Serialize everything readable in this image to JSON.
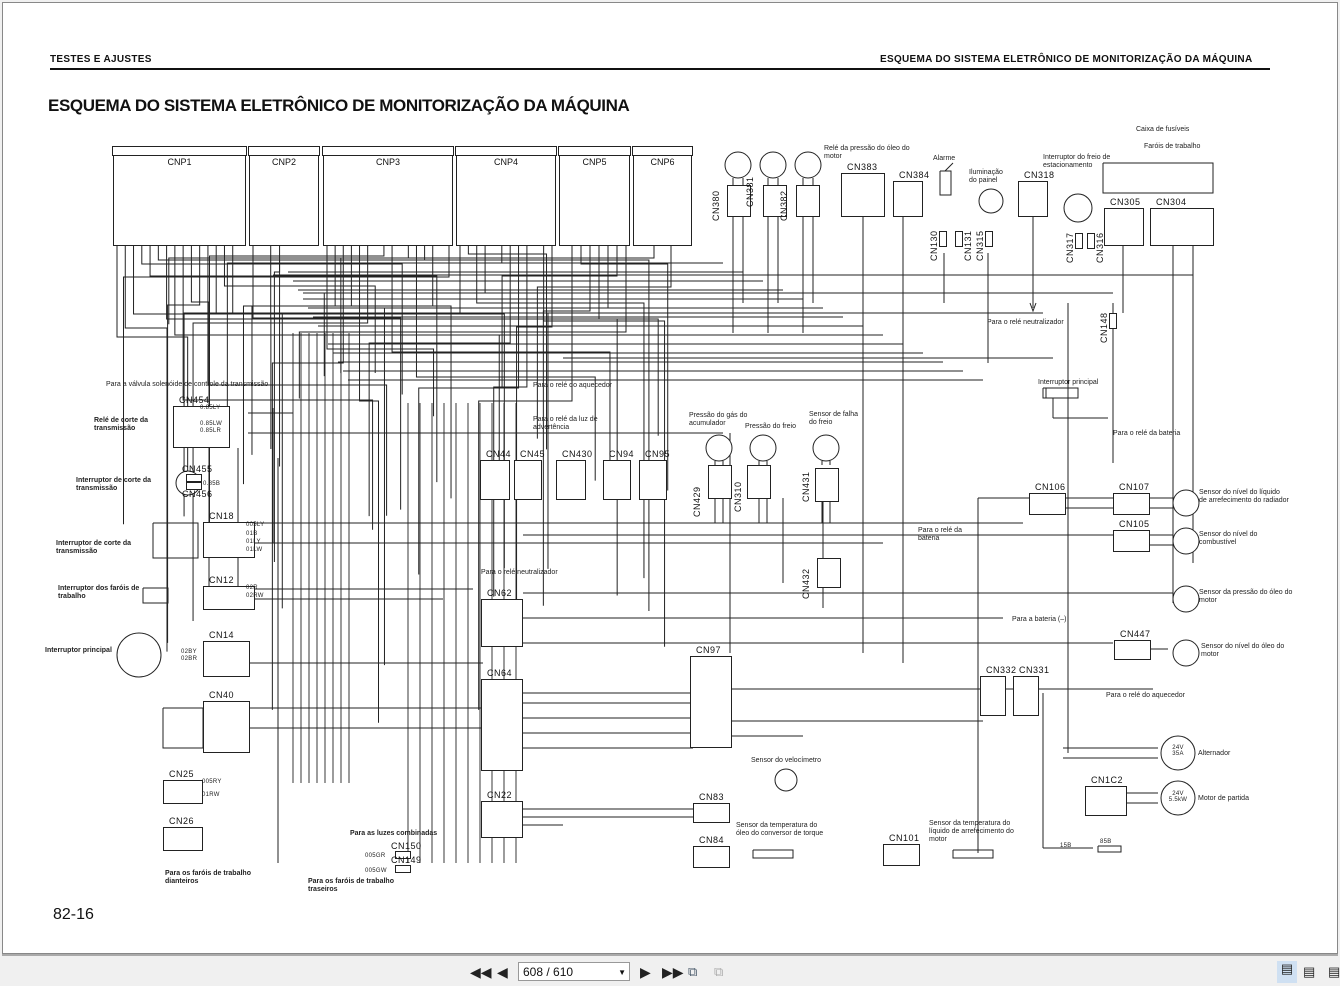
{
  "header": {
    "left": "TESTES E AJUSTES",
    "right": "ESQUEMA DO SISTEMA ELETRÔNICO DE MONITORIZAÇÃO DA MÁQUINA",
    "title": "ESQUEMA DO SISTEMA ELETRÔNICO DE MONITORIZAÇÃO DA MÁQUINA",
    "page_number": "82-16"
  },
  "cnp": [
    "CNP1",
    "CNP2",
    "CNP3",
    "CNP4",
    "CNP5",
    "CNP6"
  ],
  "connectors": {
    "cn454": "CN454",
    "cn455": "CN455",
    "cn456": "CN456",
    "cn18": "CN18",
    "cn12": "CN12",
    "cn14": "CN14",
    "cn40": "CN40",
    "cn25": "CN25",
    "cn26": "CN26",
    "cn150": "CN150",
    "cn149": "CN149",
    "cn22": "CN22",
    "cn64": "CN64",
    "cn62": "CN62",
    "cn97": "CN97",
    "cn83": "CN83",
    "cn84": "CN84",
    "cn101": "CN101",
    "cn1c2": "CN1C2",
    "cn44": "CN44",
    "cn45": "CN45",
    "cn430": "CN430",
    "cn94": "CN94",
    "cn95": "CN95",
    "cn429": "CN429",
    "cn310": "CN310",
    "cn431": "CN431",
    "cn432": "CN432",
    "cn380": "CN380",
    "cn381": "CN381",
    "cn382": "CN382",
    "cn383": "CN383",
    "cn384": "CN384",
    "cn130": "CN130",
    "cn131": "CN131",
    "cn315": "CN315",
    "cn318": "CN318",
    "cn317": "CN317",
    "cn316": "CN316",
    "cn305": "CN305",
    "cn304": "CN304",
    "cn148": "CN148",
    "cn106": "CN106",
    "cn107": "CN107",
    "cn105": "CN105",
    "cn447": "CN447",
    "cn332": "CN332",
    "cn331": "CN331"
  },
  "labels": {
    "valvula": "Para a válvula solenóide de controle da transmissão",
    "rele_corte": "Relé de corte da transmissão",
    "int_corte1": "Interruptor de corte da transmissão",
    "int_corte2": "Interruptor de corte da transmissão",
    "int_farois": "Interruptor dos faróis de trabalho",
    "int_principal": "Interruptor principal",
    "rele_aquecedor": "Para o relé do aquecedor",
    "rele_luz": "Para o relé da luz de advertência",
    "rele_neutro": "Para o relé neutralizador",
    "pressao_gas": "Pressão do gás do acumulador",
    "pressao_freio": "Pressão do freio",
    "sensor_falha": "Sensor de falha do freio",
    "rele_bateria": "Para o relé da bateria",
    "bateria_neg": "Para a bateria (–)",
    "rele_pressao_oleo": "Relé da pressão do óleo do motor",
    "alarme": "Alarme",
    "iluminacao": "Iluminação do painel",
    "int_freio_est": "Interruptor do freio de estacionamento",
    "caixa_fusiveis": "Caixa de fusíveis",
    "farois_trabalho": "Faróis de trabalho",
    "rele_neutro2": "Para o relé neutralizador",
    "int_principal2": "Interruptor principal",
    "rele_bateria2": "Para o relé da bateria",
    "sensor_liquido": "Sensor do nível do líquido de arrefecimento do radiador",
    "sensor_combustivel": "Sensor do nível do combustível",
    "sensor_pressao_oleo": "Sensor da pressão do óleo do motor",
    "sensor_nivel_oleo": "Sensor do nível do óleo do motor",
    "rele_aquecedor2": "Para o relé do aquecedor",
    "alternador": "Alternador",
    "motor_partida": "Motor de partida",
    "alt_rating": "24V 35A",
    "motor_rating": "24V 5.5kW",
    "sensor_velocimetro": "Sensor do velocímetro",
    "sensor_temp_conversor": "Sensor da temperatura do óleo do conversor de torque",
    "sensor_temp_liquido": "Sensor da temperatura do líquido de arrefecimento do motor",
    "luzes_combinadas": "Para as luzes combinadas",
    "farois_dianteiros": "Para os faróis de trabalho dianteiros",
    "farois_traseiros": "Para os faróis de trabalho traseiros"
  },
  "wire_codes": {
    "w1": "0.85LY",
    "w2": "0.85LW",
    "w3": "0.85LR",
    "w4": "0.85B",
    "w5": "005LY",
    "w6": "01B",
    "w7": "01LY",
    "w8": "01LW",
    "w9": "02R",
    "w10": "02RW",
    "w11": "02BY",
    "w12": "02BR",
    "w13": "005RY",
    "w14": "01RW",
    "w15": "005GR",
    "w16": "005GW",
    "w17": "15B",
    "w18": "85B"
  },
  "viewer": {
    "page_display": "608 / 610"
  }
}
